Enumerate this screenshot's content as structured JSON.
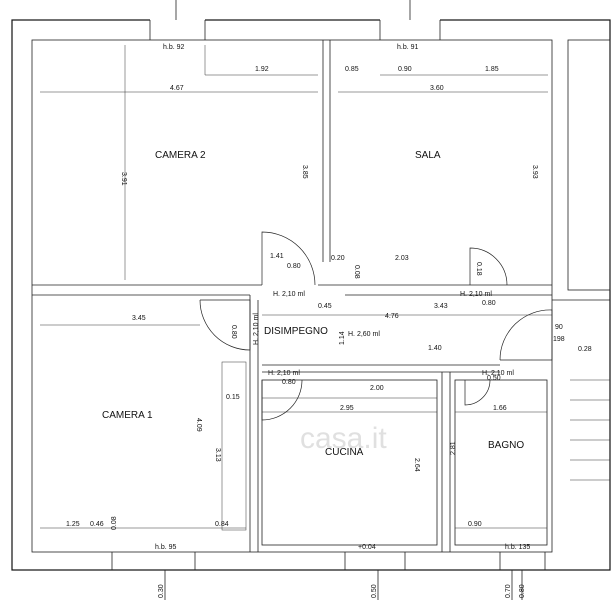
{
  "rooms": {
    "camera2": "CAMERA 2",
    "sala": "SALA",
    "disimpegno": "DISIMPEGNO",
    "camera1": "CAMERA 1",
    "cucina": "CUCINA",
    "bagno": "BAGNO"
  },
  "heights": {
    "hb_camera2": "h.b. 92",
    "hb_sala": "h.b. 91",
    "hb_camera1": "h.b. 95",
    "hb_bagno": "h.b. 135",
    "h_door_left": "H. 2,10 ml",
    "h_door_sala": "H. 2,10 ml",
    "h_disimpegno_vert": "H. 2,10 ml",
    "h_disimpegno": "H. 2,60 ml",
    "h_cucina": "H. 2,10 ml",
    "h_bagno": "H. 2,10 ml"
  },
  "dims": {
    "d_192": "1.92",
    "d_085": "0.85",
    "d_090": "0.90",
    "d_185": "1.85",
    "d_467": "4.67",
    "d_360": "3.60",
    "d_391": "3.91",
    "d_385": "3.85",
    "d_393": "3.93",
    "d_141": "1.41",
    "d_080a": "0.80",
    "d_020": "0.20",
    "d_008": "0.08",
    "d_203": "2.03",
    "d_018": "0.18",
    "d_080b": "0.80",
    "d_045": "0.45",
    "d_476": "4.76",
    "d_343": "3.43",
    "d_345": "3.45",
    "d_080c": "0.80",
    "d_114": "1.14",
    "d_140": "1.40",
    "d_090b": "90",
    "d_198": "198",
    "d_028": "0.28",
    "d_080d": "0.80",
    "d_200": "2.00",
    "d_050": "0.50",
    "d_015": "0.15",
    "d_295": "2.95",
    "d_166": "1.66",
    "d_409": "4.09",
    "d_313": "3.13",
    "d_264": "2.64",
    "d_281": "2.81",
    "d_125": "1.25",
    "d_046": "0.46",
    "d_084": "0.84",
    "d_090c": "0.90",
    "d_008b": "0.08",
    "d_004": "+0.04",
    "b_030": "0.30",
    "b_050": "0.50",
    "b_070": "0.70",
    "b_080": "0.80"
  },
  "watermark": "casa.it"
}
